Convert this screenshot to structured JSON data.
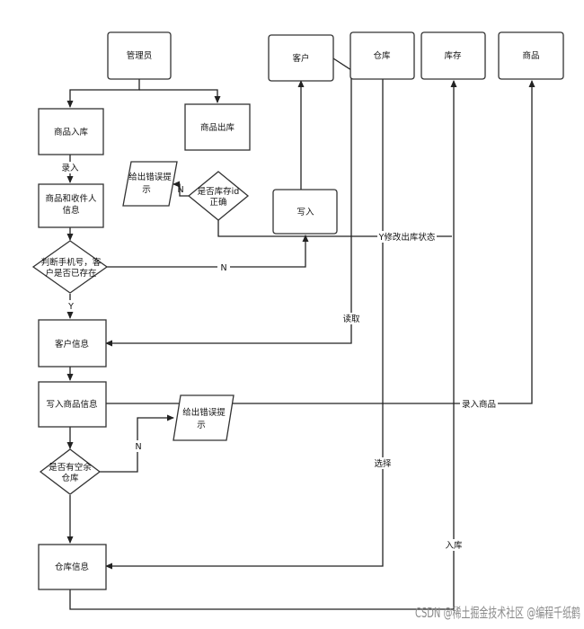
{
  "nodes": {
    "admin": "管理员",
    "customer": "客户",
    "warehouse": "仓库",
    "inventory": "库存",
    "product": "商品",
    "stock_in": "商品入库",
    "stock_out": "商品出库",
    "error_tip_1": [
      "给出错误提",
      "示"
    ],
    "check_stock_id": [
      "是否库存id",
      "正确"
    ],
    "write_in": "写入",
    "product_receiver_info": [
      "商品和收件人",
      "信息"
    ],
    "check_phone": [
      "判断手机号，客",
      "户是否已存在"
    ],
    "customer_info": "客户信息",
    "write_product_info": "写入商品信息",
    "error_tip_2": [
      "给出错误提",
      "示"
    ],
    "has_space": [
      "是否有空余",
      "仓库"
    ],
    "warehouse_info": "仓库信息"
  },
  "edge_labels": {
    "entry": "录入",
    "n_error": "N",
    "n_phone": "N",
    "y_phone": "Y",
    "y_update": "Y修改出库状态",
    "read": "读取",
    "record_product": "录入商品",
    "n_space": "N",
    "select": "选择",
    "stock_in_edge": "入库"
  },
  "watermark": "CSDN @稀土掘金技术社区 @编程千纸鹤"
}
